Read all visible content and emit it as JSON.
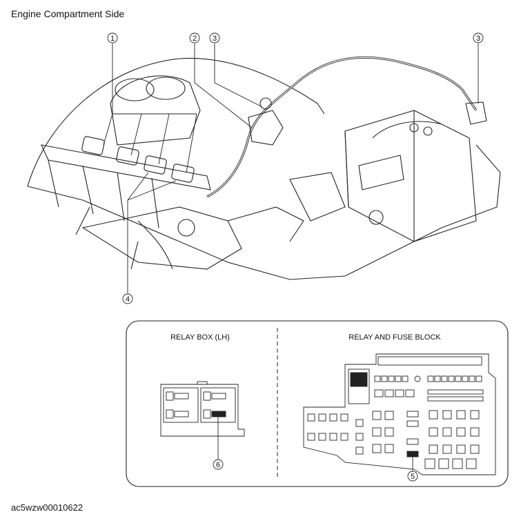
{
  "title": "Engine Compartment Side",
  "figure_id": "ac5wzw00010622",
  "callouts": {
    "c1": "1",
    "c2": "2",
    "c3a": "3",
    "c3b": "3",
    "c4": "4",
    "c5": "5",
    "c6": "6"
  },
  "inset": {
    "left_label": "RELAY BOX (LH)",
    "right_label": "RELAY AND FUSE BLOCK"
  }
}
